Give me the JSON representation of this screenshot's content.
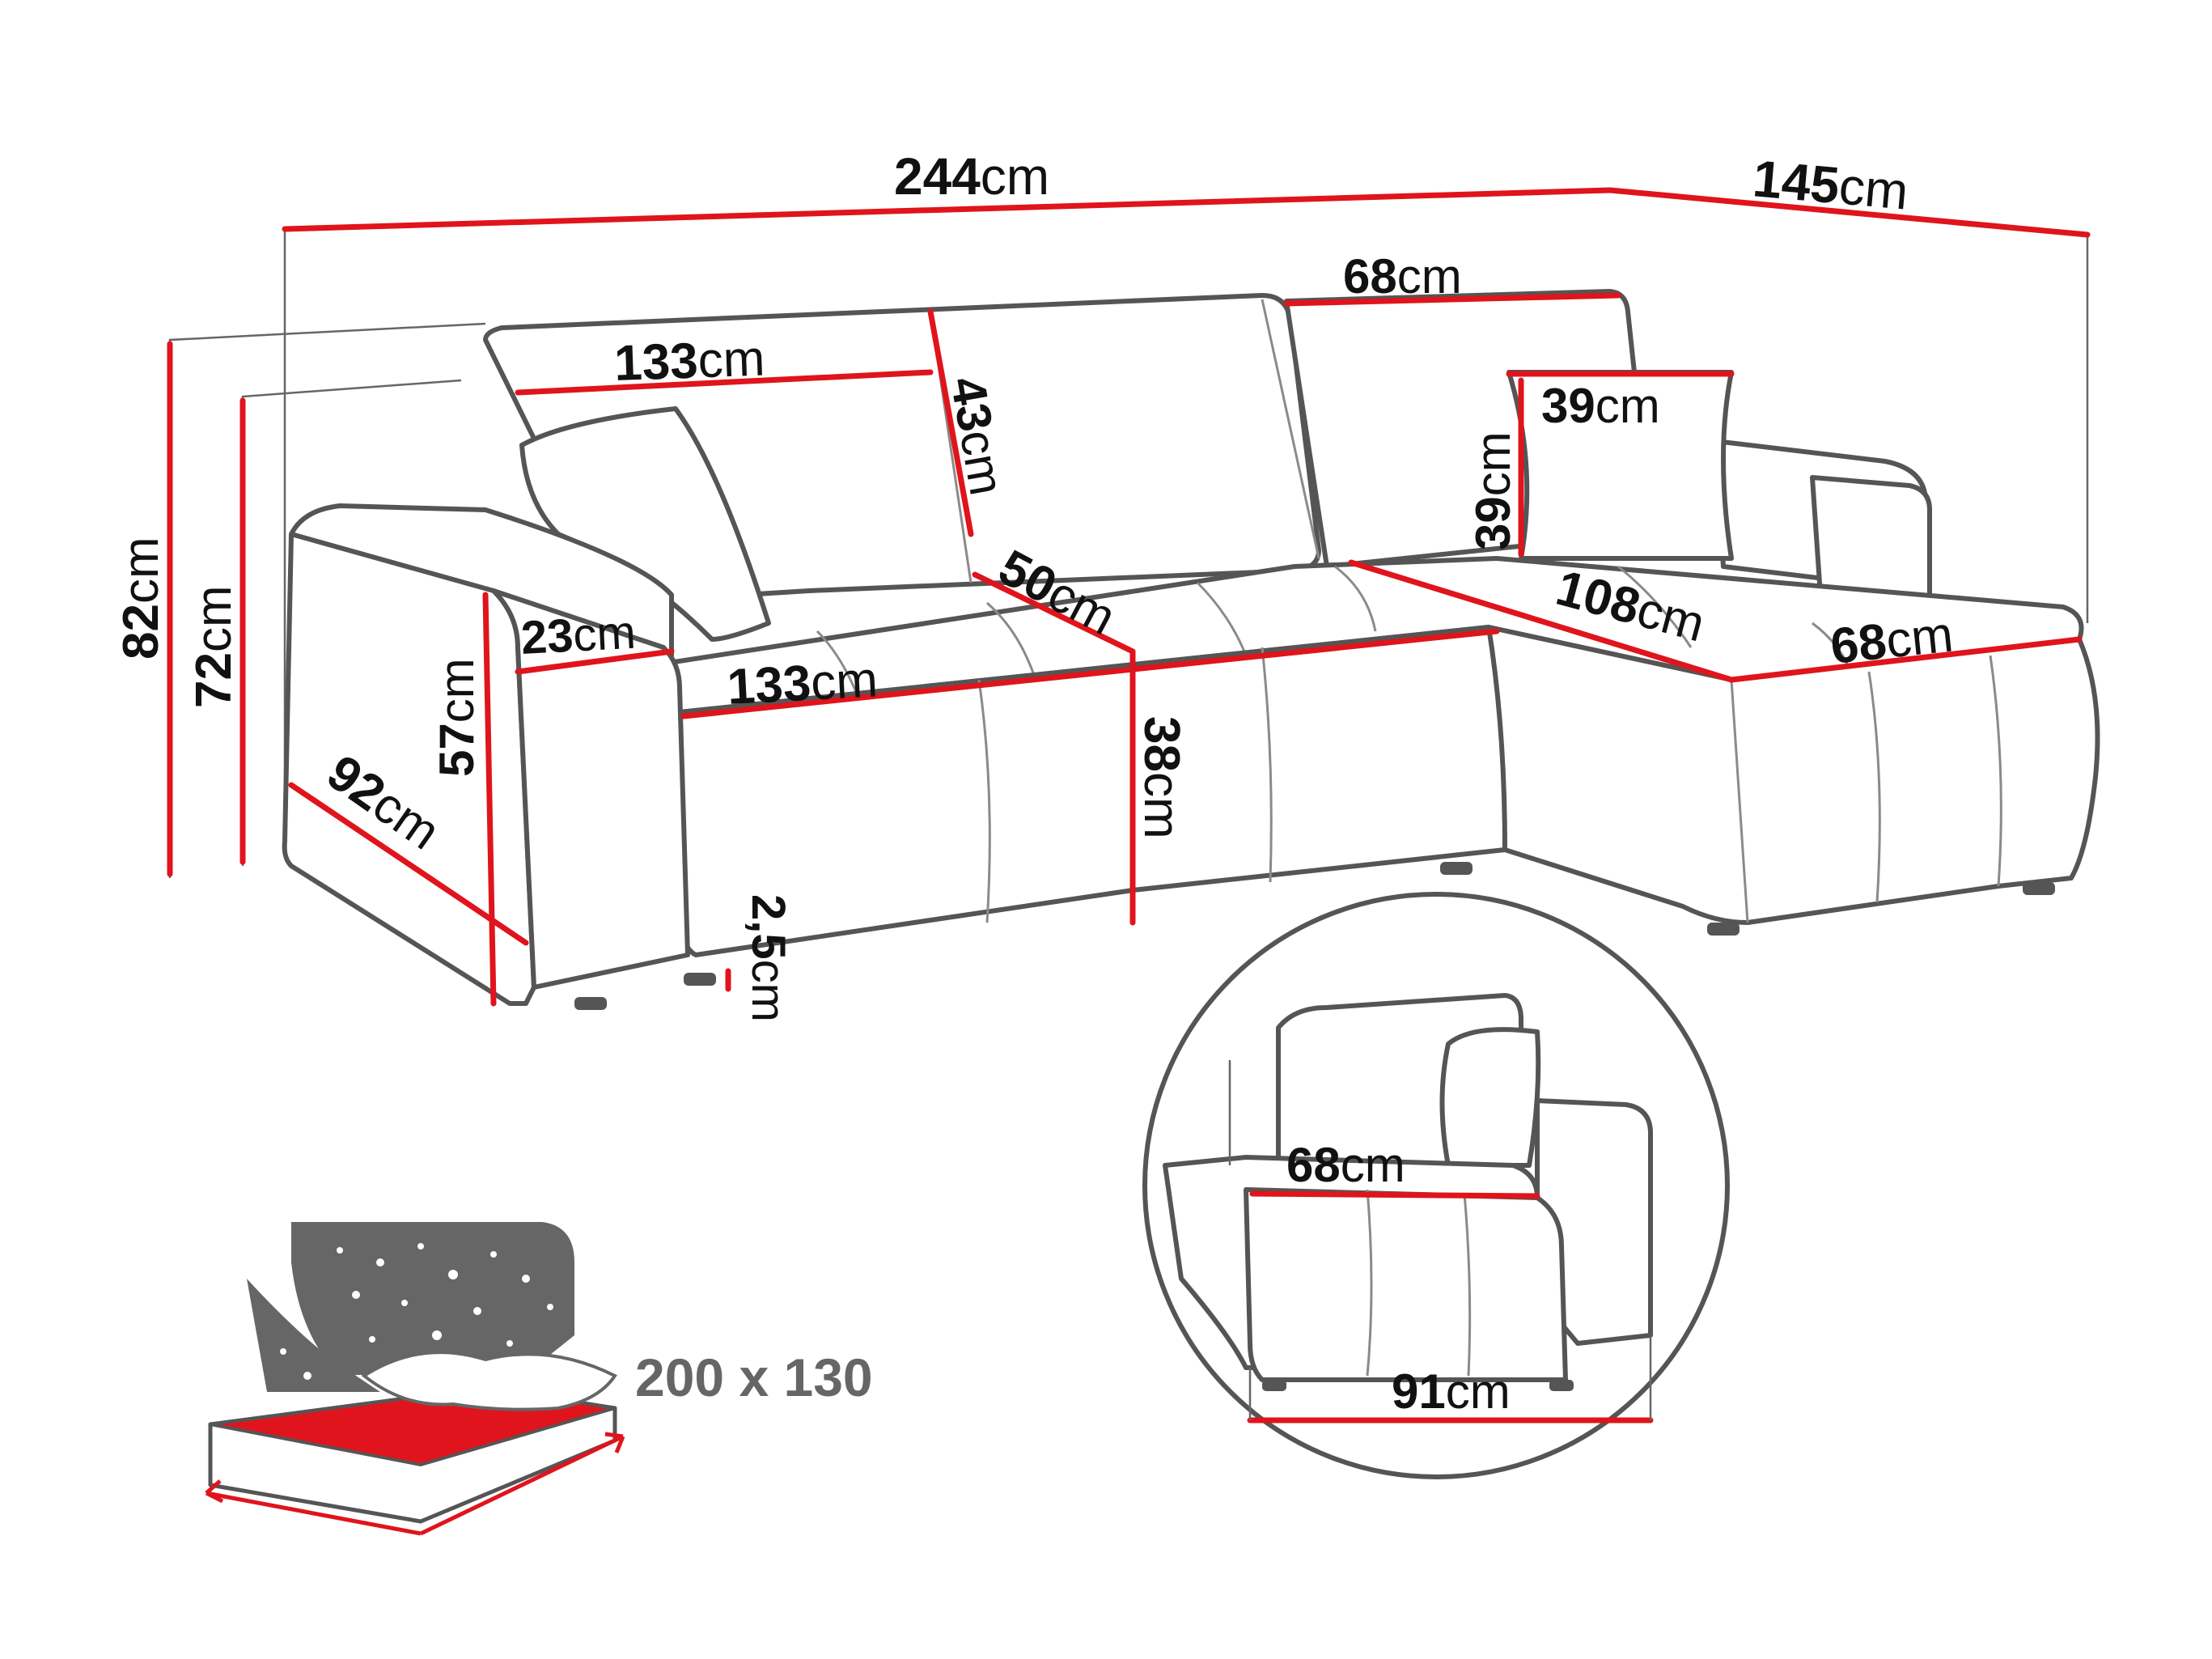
{
  "dimensions": {
    "total_width": {
      "value": "244",
      "unit": "cm"
    },
    "chaise_depth": {
      "value": "145",
      "unit": "cm"
    },
    "backrest_right_width": {
      "value": "68",
      "unit": "cm"
    },
    "backrest_left_width": {
      "value": "133",
      "unit": "cm"
    },
    "back_cushion_height": {
      "value": "43",
      "unit": "cm"
    },
    "pillow_width": {
      "value": "39",
      "unit": "cm"
    },
    "pillow_height": {
      "value": "39",
      "unit": "cm"
    },
    "total_height": {
      "value": "82",
      "unit": "cm"
    },
    "armrest_height_total": {
      "value": "72",
      "unit": "cm"
    },
    "armrest_width": {
      "value": "23",
      "unit": "cm"
    },
    "armrest_height": {
      "value": "57",
      "unit": "cm"
    },
    "seat_width": {
      "value": "133",
      "unit": "cm"
    },
    "seat_depth": {
      "value": "50",
      "unit": "cm"
    },
    "chaise_length": {
      "value": "108",
      "unit": "cm"
    },
    "chaise_width": {
      "value": "68",
      "unit": "cm"
    },
    "seat_height": {
      "value": "38",
      "unit": "cm"
    },
    "side_depth": {
      "value": "92",
      "unit": "cm"
    },
    "leg_height": {
      "value": "2,5",
      "unit": "cm"
    },
    "detail_width": {
      "value": "68",
      "unit": "cm"
    },
    "detail_length": {
      "value": "91",
      "unit": "cm"
    }
  },
  "sleeping_area": "200 x 130",
  "colors": {
    "measure_line": "#e0141c",
    "outline": "#555555",
    "night_sky": "#666666",
    "mattress": "#e0141c"
  },
  "icons": [
    "night-sky-icon",
    "bed-icon"
  ]
}
